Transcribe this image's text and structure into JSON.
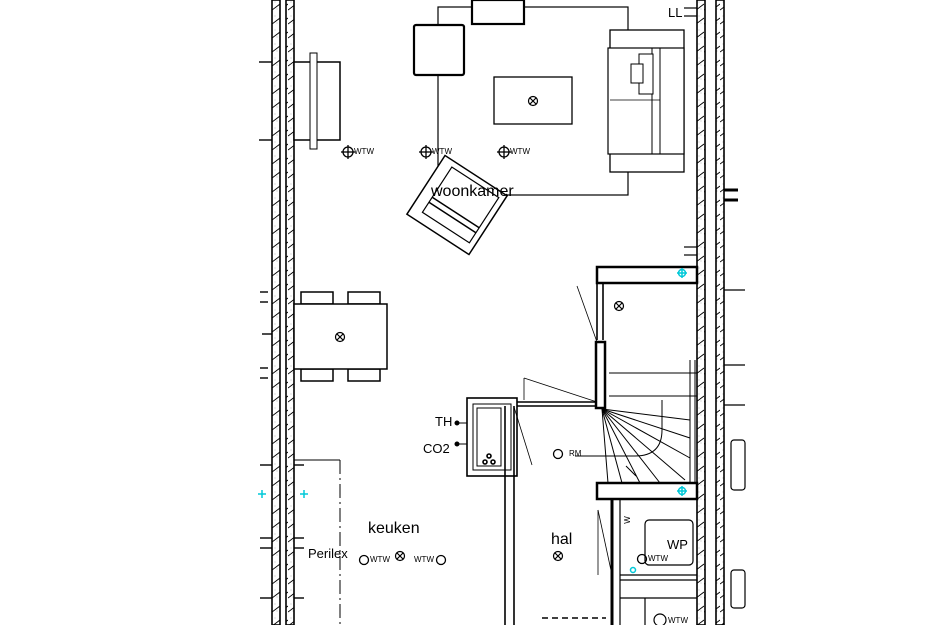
{
  "drawing": {
    "type": "architectural floor plan",
    "colors": {
      "line": "#000000",
      "accent": "#00c8d8",
      "background": "#ffffff"
    }
  },
  "rooms": {
    "living": "woonkamer",
    "kitchen": "keuken",
    "hall": "hal"
  },
  "annotations": {
    "ll": "LL",
    "th": "TH",
    "co2": "CO2",
    "rm": "RM",
    "perilex": "Perilex",
    "wp": "WP",
    "wtw": "WTW",
    "w": "W"
  }
}
